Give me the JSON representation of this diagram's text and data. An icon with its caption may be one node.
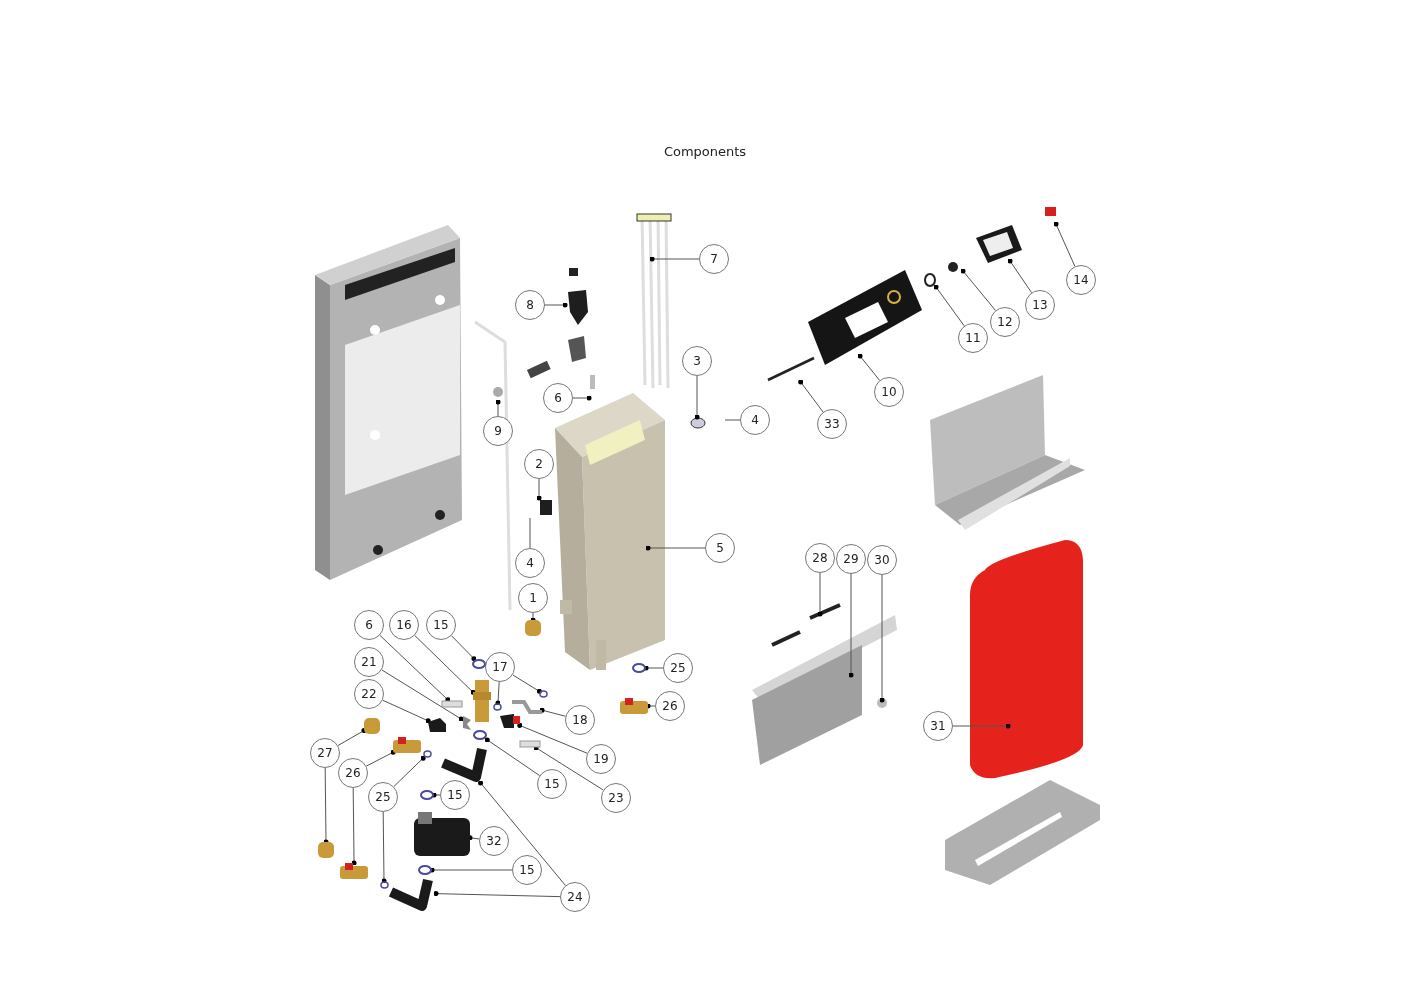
{
  "diagram": {
    "title": "Components",
    "nodes": [
      {
        "text": [
          "7"
        ]
      },
      {
        "text": [
          "14"
        ]
      },
      {
        "text": [
          "8"
        ]
      },
      {
        "text": [
          "13"
        ]
      },
      {
        "text": [
          "12"
        ]
      },
      {
        "text": [
          "11"
        ]
      },
      {
        "text": [
          "3"
        ]
      },
      {
        "text": [
          "10"
        ]
      },
      {
        "text": [
          "6"
        ]
      },
      {
        "text": [
          "4"
        ]
      },
      {
        "text": [
          "33"
        ]
      },
      {
        "text": [
          "9"
        ]
      },
      {
        "text": [
          "2"
        ]
      },
      {
        "text": [
          "5"
        ]
      },
      {
        "text": [
          "28"
        ]
      },
      {
        "text": [
          "29"
        ]
      },
      {
        "text": [
          "30"
        ]
      },
      {
        "text": [
          "4"
        ]
      },
      {
        "text": [
          "1"
        ]
      },
      {
        "text": [
          "6"
        ]
      },
      {
        "text": [
          "16"
        ]
      },
      {
        "text": [
          "15"
        ]
      },
      {
        "text": [
          "21"
        ]
      },
      {
        "text": [
          "17"
        ]
      },
      {
        "text": [
          "25"
        ]
      },
      {
        "text": [
          "22"
        ]
      },
      {
        "text": [
          "26"
        ]
      },
      {
        "text": [
          "18"
        ]
      },
      {
        "text": [
          "31"
        ]
      },
      {
        "text": [
          "27"
        ]
      },
      {
        "text": [
          "19"
        ]
      },
      {
        "text": [
          "26"
        ]
      },
      {
        "text": [
          "15"
        ]
      },
      {
        "text": [
          "15"
        ]
      },
      {
        "text": [
          "25"
        ]
      },
      {
        "text": [
          "23"
        ]
      },
      {
        "text": [
          "32"
        ]
      },
      {
        "text": [
          "15"
        ]
      },
      {
        "text": [
          "24"
        ]
      },
      {
        "text": [],
        "shape": "picture"
      },
      {
        "text": [],
        "shape": "box"
      },
      {
        "text": [],
        "shape": "bar"
      },
      {
        "text": [],
        "shape": "box"
      },
      {
        "text": [],
        "shape": "circle"
      },
      {
        "text": [],
        "shape": "picture"
      },
      {
        "text": [],
        "shape": "circle"
      },
      {
        "text": [],
        "shape": "circle"
      },
      {
        "text": [],
        "shape": "circle"
      },
      {
        "text": [],
        "shape": "picture"
      },
      {
        "text": [],
        "shape": "box"
      },
      {
        "text": [],
        "shape": "picture"
      },
      {
        "text": [],
        "shape": "box"
      },
      {
        "text": [],
        "shape": "box"
      },
      {
        "text": [],
        "shape": "picture"
      },
      {
        "text": [],
        "shape": "box"
      },
      {
        "text": [],
        "shape": "box"
      },
      {
        "text": [],
        "shape": "circle"
      },
      {
        "text": [],
        "shape": "circle"
      },
      {
        "text": [],
        "shape": "circle"
      },
      {
        "text": [],
        "shape": "circle"
      },
      {
        "text": [],
        "shape": "bar"
      },
      {
        "text": [],
        "shape": "box"
      },
      {
        "text": [],
        "shape": "circle"
      },
      {
        "text": [],
        "shape": "picture"
      },
      {
        "text": [],
        "shape": "picture"
      }
    ],
    "edges": [
      {
        "from": 0,
        "to": null,
        "arrow": "other"
      },
      {
        "from": 1,
        "to": null,
        "arrow": "other"
      },
      {
        "from": 2,
        "to": null,
        "arrow": "other"
      },
      {
        "from": 3,
        "to": null,
        "arrow": "other"
      },
      {
        "from": 4,
        "to": null,
        "arrow": "other"
      },
      {
        "from": 5,
        "to": null,
        "arrow": "other"
      },
      {
        "from": 6,
        "to": null,
        "arrow": "other"
      },
      {
        "from": 7,
        "to": null,
        "arrow": "other"
      },
      {
        "from": 8,
        "to": null,
        "arrow": "other"
      },
      {
        "from": 9,
        "to": null,
        "arrow": "none"
      },
      {
        "from": 10,
        "to": 39,
        "arrow": "other"
      },
      {
        "from": 11,
        "to": null,
        "arrow": "other"
      },
      {
        "from": 12,
        "to": null,
        "arrow": "other"
      },
      {
        "from": 13,
        "to": null,
        "arrow": "other"
      },
      {
        "from": 14,
        "to": null,
        "arrow": "other"
      },
      {
        "from": 15,
        "to": null,
        "arrow": "other"
      },
      {
        "from": 16,
        "to": null,
        "arrow": "other"
      },
      {
        "from": 17,
        "to": null,
        "arrow": "none"
      },
      {
        "from": 18,
        "to": 40,
        "arrow": "other"
      },
      {
        "from": 19,
        "to": 41,
        "arrow": "other"
      },
      {
        "from": 20,
        "to": 42,
        "arrow": "other"
      },
      {
        "from": 21,
        "to": 43,
        "arrow": "other"
      },
      {
        "from": 22,
        "to": 44,
        "arrow": "other"
      },
      {
        "from": 23,
        "to": 45,
        "arrow": "other"
      },
      {
        "from": 23,
        "to": 46,
        "arrow": "other"
      },
      {
        "from": 24,
        "to": 47,
        "arrow": "other"
      },
      {
        "from": 25,
        "to": 48,
        "arrow": "other"
      },
      {
        "from": 26,
        "to": 49,
        "arrow": "other"
      },
      {
        "from": 27,
        "to": 50,
        "arrow": "other"
      },
      {
        "from": 28,
        "to": null,
        "arrow": "other"
      },
      {
        "from": 29,
        "to": 51,
        "arrow": "other"
      },
      {
        "from": 29,
        "to": 52,
        "arrow": "other"
      },
      {
        "from": 30,
        "to": 53,
        "arrow": "other"
      },
      {
        "from": 31,
        "to": 54,
        "arrow": "other"
      },
      {
        "from": 31,
        "to": 55,
        "arrow": "other"
      },
      {
        "from": 32,
        "to": 56,
        "arrow": "other"
      },
      {
        "from": 33,
        "to": 57,
        "arrow": "other"
      },
      {
        "from": 34,
        "to": 58,
        "arrow": "other"
      },
      {
        "from": 34,
        "to": 59,
        "arrow": "other"
      },
      {
        "from": 35,
        "to": 60,
        "arrow": "other"
      },
      {
        "from": 36,
        "to": 61,
        "arrow": "other"
      },
      {
        "from": 37,
        "to": 62,
        "arrow": "other"
      },
      {
        "from": 38,
        "to": 63,
        "arrow": "other"
      },
      {
        "from": 38,
        "to": 64,
        "arrow": "other"
      }
    ]
  }
}
